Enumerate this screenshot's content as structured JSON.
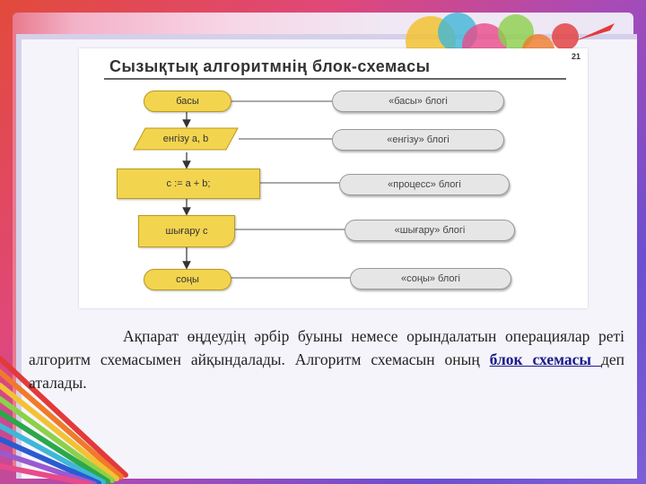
{
  "slide": {
    "title": "Сызықтық алгоритмнің блок-схемасы",
    "page_number": "21"
  },
  "flowchart": {
    "nodes": [
      {
        "label": "басы"
      },
      {
        "label": "енгізу а, b"
      },
      {
        "label": "c  := a + b;"
      },
      {
        "label": "шығару c"
      },
      {
        "label": "соңы"
      }
    ],
    "labels": [
      {
        "text": "«басы» блогі"
      },
      {
        "text": "«енгізу» блогі"
      },
      {
        "text": "«процесс» блогі"
      },
      {
        "text": "«шығару» блогі"
      },
      {
        "text": "«соңы» блогі"
      }
    ]
  },
  "paragraph": {
    "text_before": "Ақпарат өңдеудің әрбір буыны немесе орындалатын операциялар реті алгоритм схемасымен айқындалады. Алгоритм схемасын оның ",
    "link_text": "блок схемасы ",
    "text_after": "деп аталады."
  },
  "colors": {
    "block_fill": "#f3d44f",
    "label_fill": "#e6e6e6",
    "link": "#1a1a8c"
  }
}
